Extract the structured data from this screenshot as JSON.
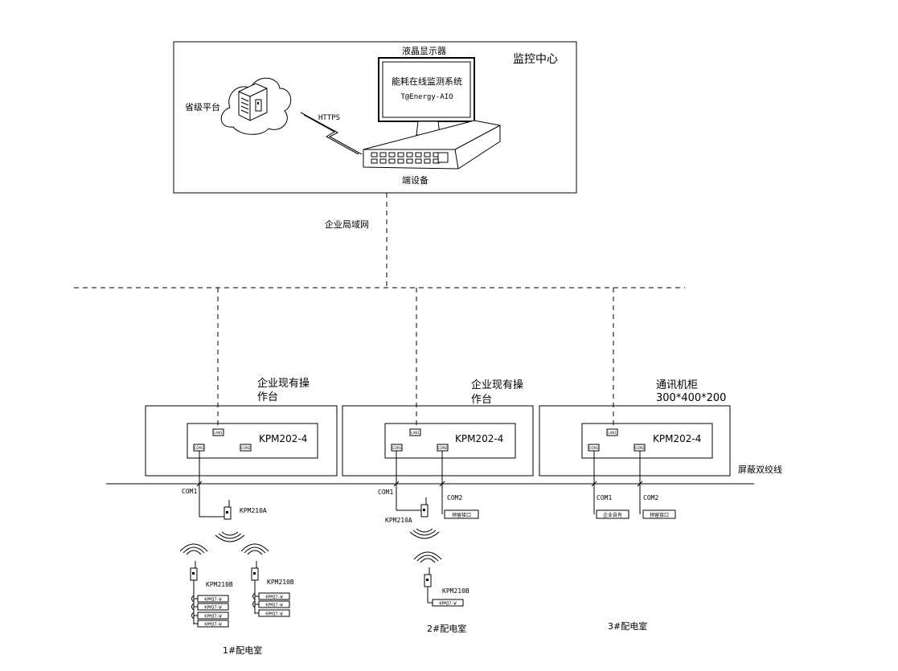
{
  "control_center": {
    "title": "监控中心",
    "monitor_label": "液晶显示器",
    "screen_title": "能耗在线监测系统",
    "screen_subtitle": "T@Energy-AIO",
    "platform_label": "省级平台",
    "link_label": "HTTPS",
    "device_label": "端设备"
  },
  "network": {
    "lan_label": "企业局域网",
    "cable_label": "屏蔽双绞线"
  },
  "cabinets": [
    {
      "title_line1": "企业现有操",
      "title_line2": "作台",
      "gateway": "KPM202-4",
      "port_lan": "LAN1",
      "port_com1": "COM1",
      "port_com2": "COM2",
      "com1_label": "COM1",
      "com1_device": "KPM210A",
      "room_label": "1#配电室",
      "wireless_nodes": [
        {
          "device": "KPM210B",
          "meters": [
            "KPM37-W",
            "KPM37-W",
            "KPM37-W",
            "KPM37-W"
          ]
        },
        {
          "device": "KPM210B",
          "meters": [
            "KPM37-W",
            "KPM37-W",
            "KPM37-W"
          ]
        }
      ]
    },
    {
      "title_line1": "企业现有操",
      "title_line2": "作台",
      "gateway": "KPM202-4",
      "port_lan": "LAN1",
      "port_com1": "COM1",
      "port_com2": "COM2",
      "com1_label": "COM1",
      "com2_label": "COM2",
      "com1_device": "KPM210A",
      "com2_box": "预留接口",
      "room_label": "2#配电室",
      "wireless_nodes": [
        {
          "device": "KPM210B",
          "meters": [
            "KPM37-W"
          ]
        }
      ]
    },
    {
      "title_line1": "通讯机柜",
      "title_line2": "300*400*200",
      "gateway": "KPM202-4",
      "port_lan": "LAN1",
      "port_com1": "COM1",
      "port_com2": "COM2",
      "com1_label": "COM1",
      "com2_label": "COM2",
      "com1_box": "企业自有",
      "com2_box": "预留接口",
      "room_label": "3#配电室"
    }
  ]
}
